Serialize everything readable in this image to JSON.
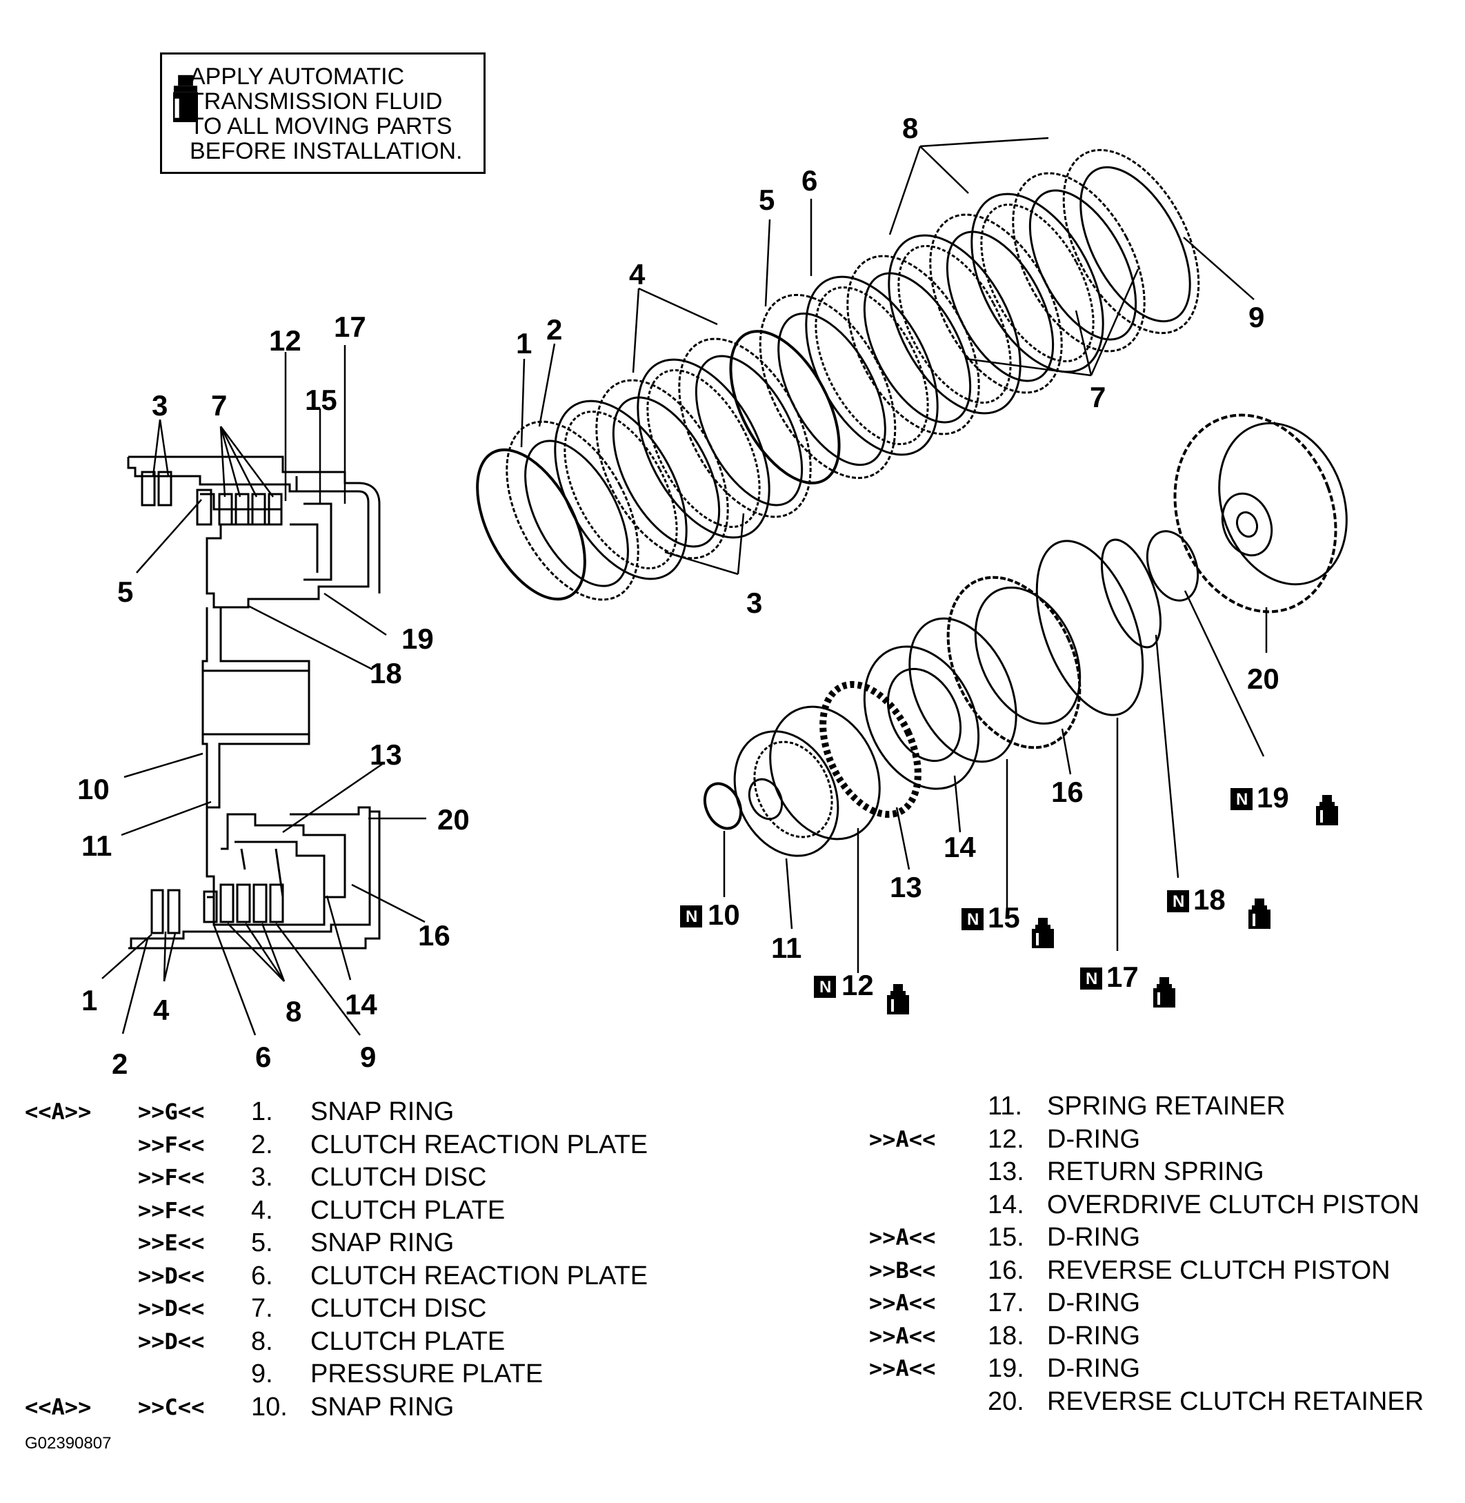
{
  "note": {
    "icon": "atf-bottle-icon",
    "lines": [
      "APPLY AUTOMATIC",
      "TRANSMISSION FLUID",
      "TO ALL MOVING PARTS",
      "BEFORE INSTALLATION."
    ]
  },
  "section_callouts": {
    "n1": "1",
    "n2": "2",
    "n3": "3",
    "n4": "4",
    "n5": "5",
    "n6": "6",
    "n7": "7",
    "n8": "8",
    "n9": "9",
    "n10": "10",
    "n11": "11",
    "n12": "12",
    "n13": "13",
    "n14": "14",
    "n15": "15",
    "n16": "16",
    "n17": "17",
    "n18": "18",
    "n19": "19",
    "n20": "20"
  },
  "exploded_callouts": {
    "n1": "1",
    "n2": "2",
    "n3": "3",
    "n4": "4",
    "n5": "5",
    "n6": "6",
    "n7": "7",
    "n8": "8",
    "n9": "9",
    "n10": "10",
    "n11": "11",
    "n12": "12",
    "n13": "13",
    "n14": "14",
    "n15": "15",
    "n16": "16",
    "n17": "17",
    "n18": "18",
    "n19": "19",
    "n20": "20"
  },
  "badge_letter": "N",
  "legend_left": [
    {
      "pre": "<<A>>",
      "code": ">>G<<",
      "num": "1.",
      "name": "SNAP RING"
    },
    {
      "pre": "",
      "code": ">>F<<",
      "num": "2.",
      "name": "CLUTCH REACTION PLATE"
    },
    {
      "pre": "",
      "code": ">>F<<",
      "num": "3.",
      "name": "CLUTCH DISC"
    },
    {
      "pre": "",
      "code": ">>F<<",
      "num": "4.",
      "name": "CLUTCH PLATE"
    },
    {
      "pre": "",
      "code": ">>E<<",
      "num": "5.",
      "name": "SNAP RING"
    },
    {
      "pre": "",
      "code": ">>D<<",
      "num": "6.",
      "name": "CLUTCH REACTION PLATE"
    },
    {
      "pre": "",
      "code": ">>D<<",
      "num": "7.",
      "name": "CLUTCH DISC"
    },
    {
      "pre": "",
      "code": ">>D<<",
      "num": "8.",
      "name": "CLUTCH PLATE"
    },
    {
      "pre": "",
      "code": "",
      "num": "9.",
      "name": "PRESSURE PLATE"
    },
    {
      "pre": "<<A>>",
      "code": ">>C<<",
      "num": "10.",
      "name": "SNAP RING"
    }
  ],
  "legend_right": [
    {
      "code": "",
      "num": "11.",
      "name": "SPRING RETAINER"
    },
    {
      "code": ">>A<<",
      "num": "12.",
      "name": "D-RING"
    },
    {
      "code": "",
      "num": "13.",
      "name": "RETURN SPRING"
    },
    {
      "code": "",
      "num": "14.",
      "name": "OVERDRIVE CLUTCH PISTON"
    },
    {
      "code": ">>A<<",
      "num": "15.",
      "name": "D-RING"
    },
    {
      "code": ">>B<<",
      "num": "16.",
      "name": "REVERSE CLUTCH PISTON"
    },
    {
      "code": ">>A<<",
      "num": "17.",
      "name": "D-RING"
    },
    {
      "code": ">>A<<",
      "num": "18.",
      "name": "D-RING"
    },
    {
      "code": ">>A<<",
      "num": "19.",
      "name": "D-RING"
    },
    {
      "code": "",
      "num": "20.",
      "name": "REVERSE CLUTCH RETAINER"
    }
  ],
  "figure_id": "G02390807"
}
